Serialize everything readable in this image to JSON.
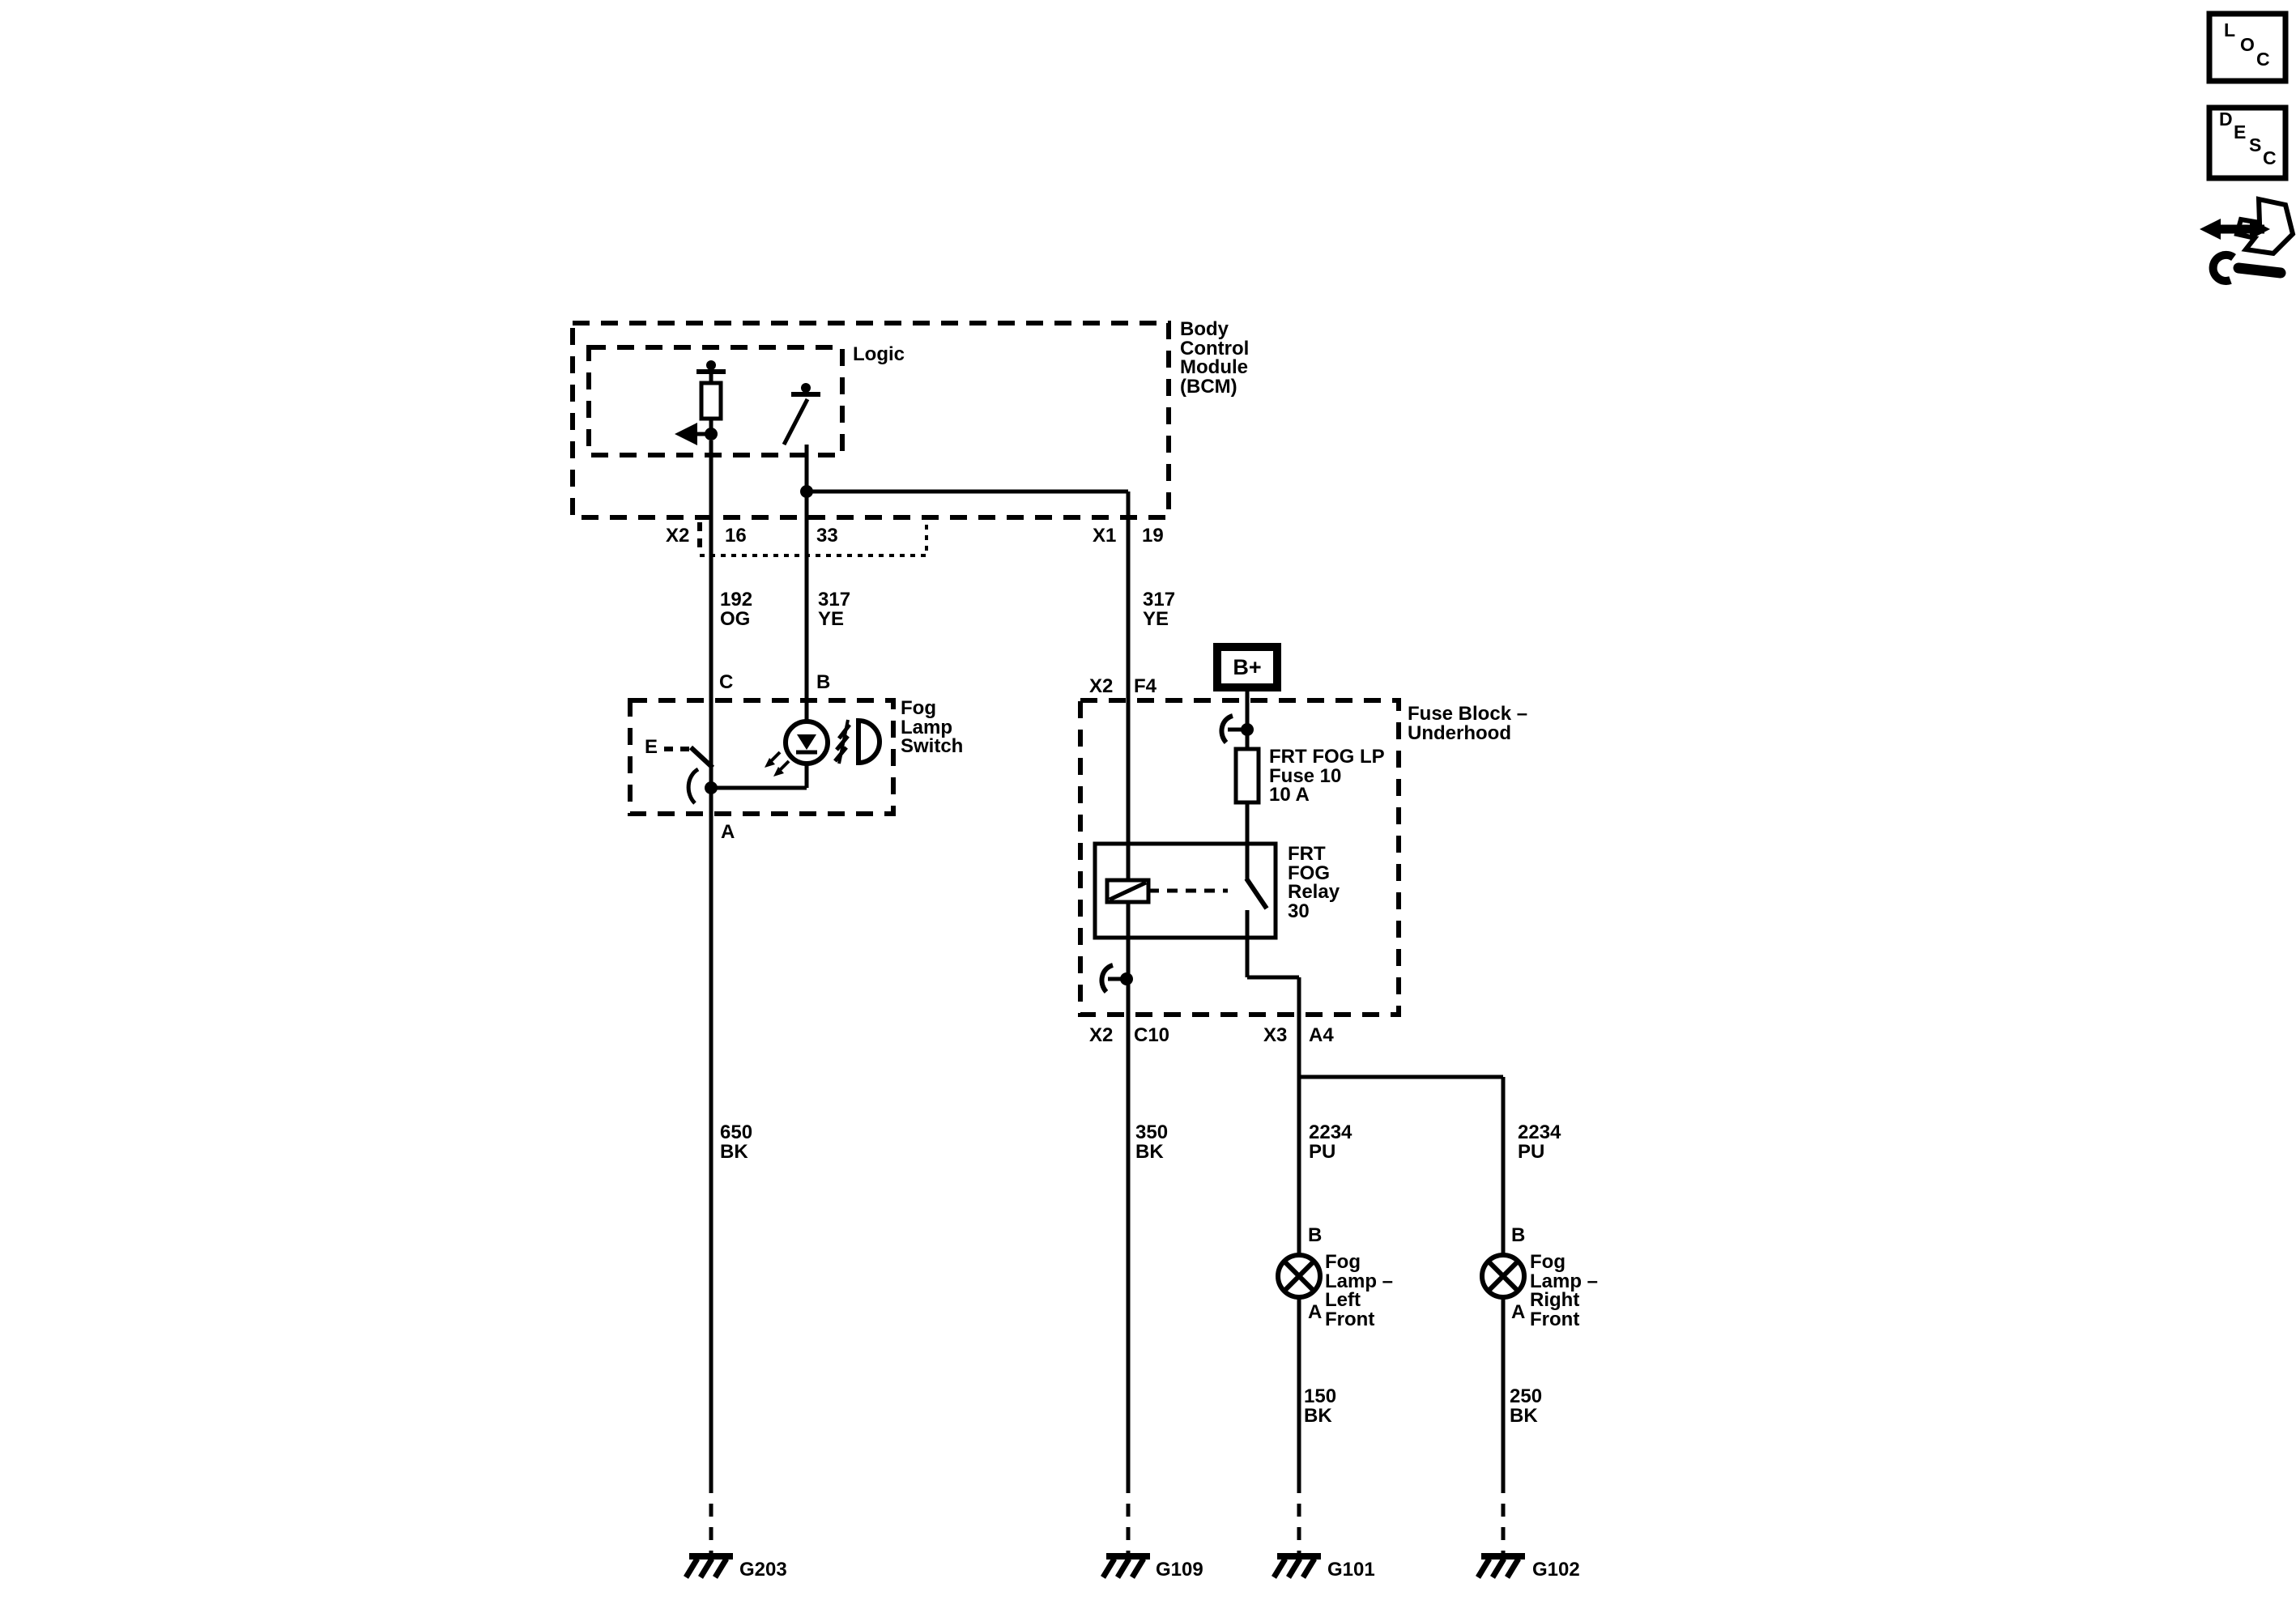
{
  "icons": {
    "loc": [
      "L",
      "O",
      "C"
    ],
    "desc": [
      "D",
      "E",
      "S",
      "C"
    ]
  },
  "bcm": {
    "logic": "Logic",
    "name": [
      "Body",
      "Control",
      "Module",
      "(BCM)"
    ],
    "x2": "X2",
    "p16": "16",
    "p33": "33",
    "x1": "X1",
    "p19": "19"
  },
  "fog_switch": {
    "name": [
      "Fog",
      "Lamp",
      "Switch"
    ],
    "pc": "C",
    "pb": "B",
    "pa": "A",
    "e": "E"
  },
  "fuse_block": {
    "name": [
      "Fuse Block –",
      "Underhood"
    ],
    "bplus": "B+",
    "x2": "X2",
    "f4": "F4",
    "fuse": [
      "FRT FOG LP",
      "Fuse 10",
      "10 A"
    ],
    "relay": [
      "FRT",
      "FOG",
      "Relay",
      "30"
    ],
    "x2b": "X2",
    "c10": "C10",
    "x3": "X3",
    "a4": "A4"
  },
  "lamps": {
    "left": [
      "Fog",
      "Lamp –",
      "Left",
      "Front"
    ],
    "right": [
      "Fog",
      "Lamp –",
      "Right",
      "Front"
    ],
    "lb": "B",
    "la": "A",
    "rb": "B",
    "ra": "A"
  },
  "wires": {
    "w192": [
      "192",
      "OG"
    ],
    "w317l": [
      "317",
      "YE"
    ],
    "w317r": [
      "317",
      "YE"
    ],
    "w650": [
      "650",
      "BK"
    ],
    "w350": [
      "350",
      "BK"
    ],
    "w2234l": [
      "2234",
      "PU"
    ],
    "w2234r": [
      "2234",
      "PU"
    ],
    "w150": [
      "150",
      "BK"
    ],
    "w250": [
      "250",
      "BK"
    ]
  },
  "grounds": {
    "g203": "G203",
    "g109": "G109",
    "g101": "G101",
    "g102": "G102"
  },
  "colors": {
    "ink": "#000000",
    "paper": "#ffffff"
  }
}
